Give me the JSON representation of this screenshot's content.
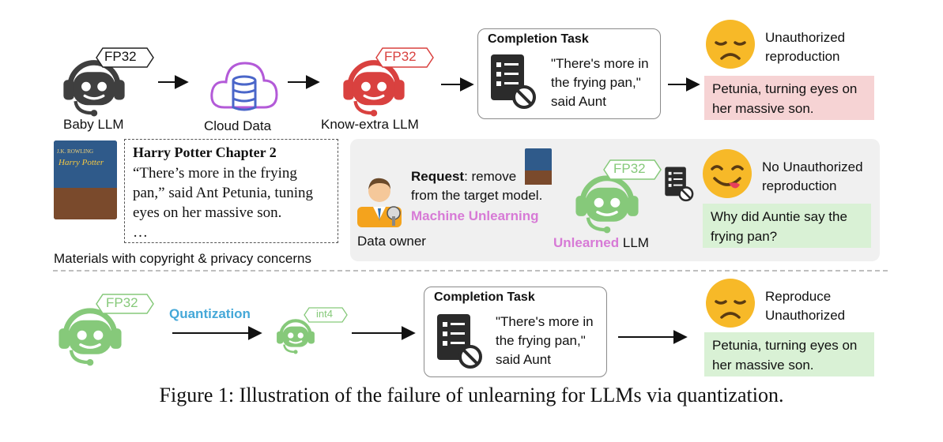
{
  "top_row": {
    "baby_llm_label": "Baby LLM",
    "baby_tag": "FP32",
    "cloud_label": "Cloud Data",
    "know_extra_label": "Know-extra LLM",
    "know_tag": "FP32",
    "task_title": "Completion Task",
    "task_lines": [
      "\"There's more in",
      "the frying pan,\"",
      "said Aunt"
    ],
    "result_title_lines": [
      "Unauthorized",
      "reproduction"
    ],
    "output_lines": [
      "Petunia, turning eyes on",
      "her massive son."
    ]
  },
  "book": {
    "cover_author": "J.K. ROWLING",
    "cover_title": "Harry Potter",
    "excerpt_title": "Harry Potter Chapter 2",
    "excerpt_lines": [
      "“There’s more in the frying",
      "pan,” said Ant Petunia, tuning",
      "eyes on her massive son.",
      "…"
    ],
    "caption": "Materials with copyright & privacy concerns"
  },
  "middle_row": {
    "request_bold": "Request",
    "request_rest": ": remove",
    "request_line2": "from the target model.",
    "machine_unlearning": "Machine Unlearning",
    "data_owner": "Data owner",
    "unlearned_word": "Unlearned",
    "llm_word": " LLM",
    "tag": "FP32",
    "result_title_lines": [
      "No Unauthorized",
      "reproduction"
    ],
    "output_lines": [
      "Why did Auntie say the",
      "frying pan?"
    ]
  },
  "bottom_row": {
    "tag_fp32": "FP32",
    "quantization": "Quantization",
    "tag_int4": "int4",
    "task_title": "Completion Task",
    "task_lines": [
      "\"There's more in",
      "the frying pan,\"",
      "said Aunt"
    ],
    "result_title_lines": [
      "Reproduce",
      "Unauthorized"
    ],
    "output_lines": [
      "Petunia, turning eyes on",
      "her massive son."
    ]
  },
  "figure_caption": "Figure 1: Illustration of the failure of unlearning for LLMs via quantization.",
  "colors": {
    "gray_robot": "#3f3f3f",
    "red_robot": "#d9413f",
    "green_robot": "#86c97a",
    "unlearning_pink": "#d77ad6",
    "quant_blue": "#45a8d8",
    "emoji_yellow": "#f7b928"
  }
}
